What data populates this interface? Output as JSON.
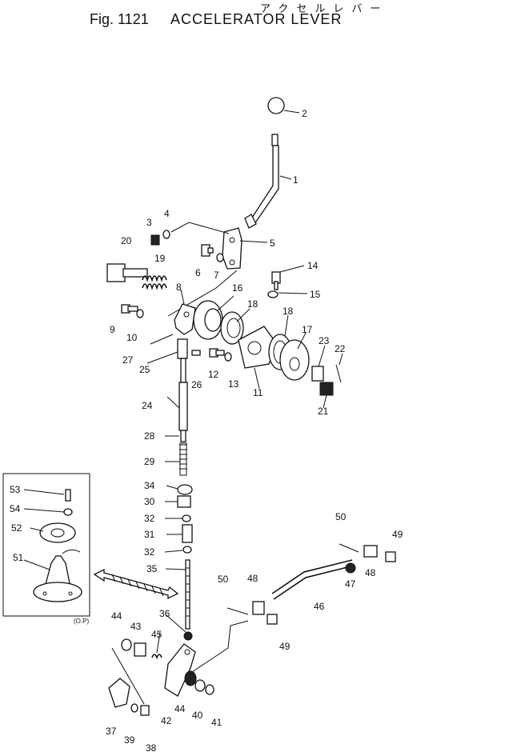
{
  "header": {
    "katakana": "アクセルレバー",
    "fig_number": "Fig. 1121",
    "title": "ACCELERATOR LEVER"
  },
  "callouts": [
    "1",
    "2",
    "3",
    "4",
    "5",
    "6",
    "7",
    "8",
    "9",
    "10",
    "11",
    "12",
    "13",
    "14",
    "15",
    "16",
    "17",
    "18",
    "18",
    "19",
    "20",
    "21",
    "22",
    "23",
    "24",
    "25",
    "26",
    "27",
    "28",
    "29",
    "30",
    "31",
    "32",
    "32",
    "34",
    "35",
    "36",
    "37",
    "38",
    "39",
    "40",
    "41",
    "42",
    "43",
    "44",
    "44",
    "45",
    "46",
    "47",
    "48",
    "48",
    "49",
    "49",
    "50",
    "50",
    "51",
    "52",
    "53",
    "54"
  ],
  "inset": {
    "note": "(O.P)"
  }
}
